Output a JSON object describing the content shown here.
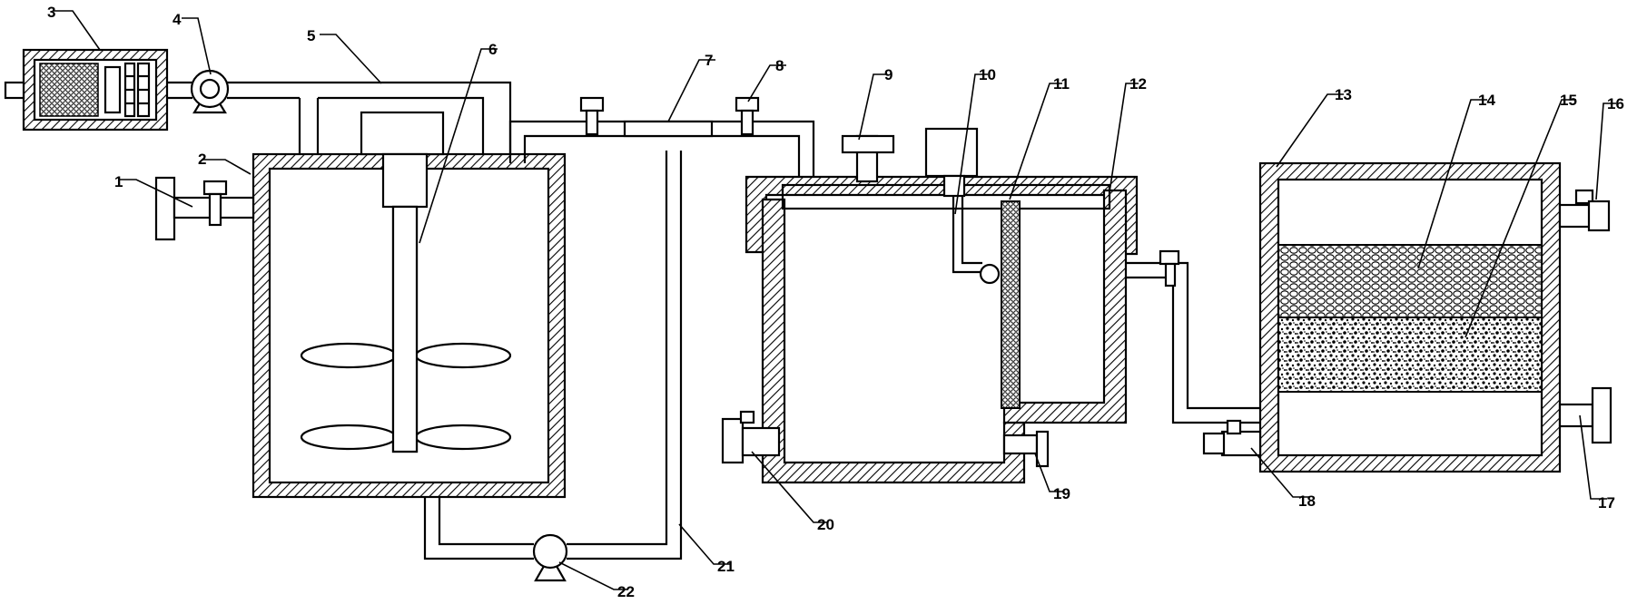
{
  "labels": [
    "1",
    "2",
    "3",
    "4",
    "5",
    "6",
    "7",
    "8",
    "9",
    "10",
    "11",
    "12",
    "13",
    "14",
    "15",
    "16",
    "17",
    "18",
    "19",
    "20",
    "21",
    "22"
  ]
}
